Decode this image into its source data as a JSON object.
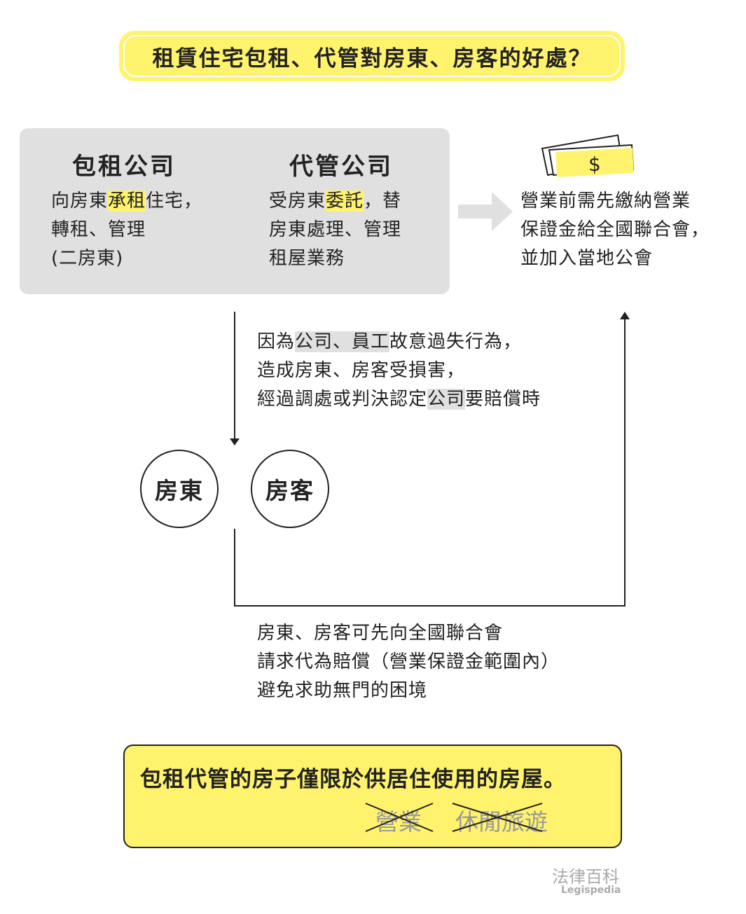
{
  "title": "租賃住宅包租、代管對房東、房客的好處？",
  "sublease": {
    "heading": "包租公司",
    "line1_a": "向房東",
    "line1_hl": "承租",
    "line1_b": "住宅，",
    "line2": "轉租、管理",
    "line3": "(二房東)"
  },
  "management": {
    "heading": "代管公司",
    "line1_a": "受房東",
    "line1_hl": "委託",
    "line1_b": "，替",
    "line2": "房東處理、管理",
    "line3": "租屋業務"
  },
  "deposit": {
    "icon": "money-icon",
    "symbol": "$",
    "line1": "營業前需先繳納營業",
    "line2": "保證金給全國聯合會，",
    "line3": "並加入當地公會"
  },
  "condition": {
    "l1_a": "因為",
    "l1_hl": "公司、員工",
    "l1_b": "故意過失行為，",
    "line2": "造成房東、房客受損害，",
    "l3_a": "經過調處或判決認定",
    "l3_hl": "公司",
    "l3_b": "要賠償時"
  },
  "parties": {
    "landlord": "房東",
    "tenant": "房客"
  },
  "benefit": {
    "line1": "房東、房客可先向全國聯合會",
    "line2": "請求代為賠償（營業保證金範圍內）",
    "line3": "避免求助無門的困境"
  },
  "note": {
    "main": "包租代管的房子僅限於供居住使用的房屋。",
    "excluded": [
      "營業",
      "休閒旅遊"
    ]
  },
  "brand": {
    "zh": "法律百科",
    "en": "Legispedia"
  },
  "colors": {
    "yellow": "#fff36e",
    "gray": "#e0e0e0"
  }
}
